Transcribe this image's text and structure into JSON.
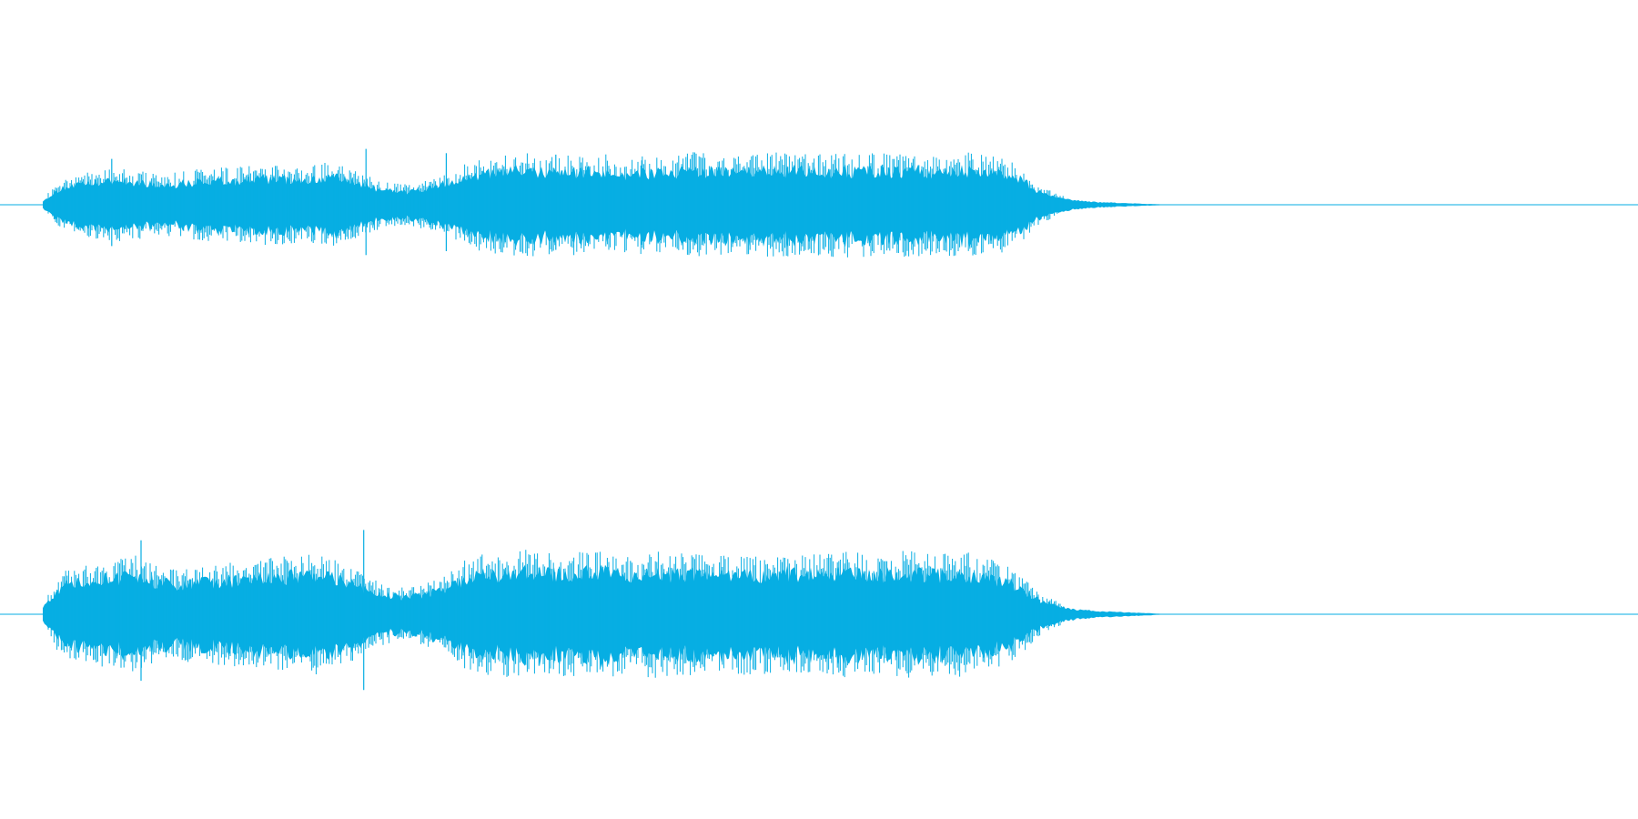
{
  "waveform": {
    "color": "#07aee3",
    "channels": [
      {
        "id": "channel-1",
        "active_extent_fraction": 0.64,
        "envelope": [
          0.06,
          0.26,
          0.3,
          0.34,
          0.36,
          0.35,
          0.3,
          0.32,
          0.35,
          0.36,
          0.37,
          0.38,
          0.4,
          0.39,
          0.38,
          0.42,
          0.36,
          0.28,
          0.22,
          0.2,
          0.24,
          0.3,
          0.4,
          0.46,
          0.5,
          0.52,
          0.5,
          0.48,
          0.5,
          0.52,
          0.46,
          0.48,
          0.5,
          0.5,
          0.52,
          0.5,
          0.49,
          0.5,
          0.51,
          0.52,
          0.5,
          0.51,
          0.52,
          0.51,
          0.52,
          0.52,
          0.51,
          0.5,
          0.52,
          0.5,
          0.48,
          0.4,
          0.2,
          0.1,
          0.06,
          0.04,
          0.03,
          0.02,
          0.01,
          0.0
        ],
        "peaks": [
          {
            "at": 0.061,
            "value": 0.64
          },
          {
            "at": 0.286,
            "value": 0.78
          },
          {
            "at": 0.357,
            "value": 0.72
          },
          {
            "at": 0.454,
            "value": 0.7
          },
          {
            "at": 0.53,
            "value": 0.62
          }
        ]
      },
      {
        "id": "channel-2",
        "active_extent_fraction": 0.64,
        "envelope": [
          0.1,
          0.36,
          0.4,
          0.44,
          0.46,
          0.48,
          0.4,
          0.38,
          0.4,
          0.42,
          0.43,
          0.44,
          0.46,
          0.48,
          0.5,
          0.46,
          0.4,
          0.3,
          0.24,
          0.22,
          0.26,
          0.32,
          0.44,
          0.5,
          0.52,
          0.54,
          0.52,
          0.5,
          0.52,
          0.54,
          0.5,
          0.5,
          0.52,
          0.5,
          0.5,
          0.48,
          0.48,
          0.5,
          0.5,
          0.52,
          0.5,
          0.5,
          0.52,
          0.5,
          0.5,
          0.52,
          0.5,
          0.5,
          0.52,
          0.48,
          0.44,
          0.34,
          0.18,
          0.1,
          0.06,
          0.04,
          0.03,
          0.02,
          0.01,
          0.0
        ],
        "peaks": [
          {
            "at": 0.087,
            "value": 0.86
          },
          {
            "at": 0.284,
            "value": 0.98
          },
          {
            "at": 0.52,
            "value": 0.62
          }
        ]
      }
    ]
  }
}
